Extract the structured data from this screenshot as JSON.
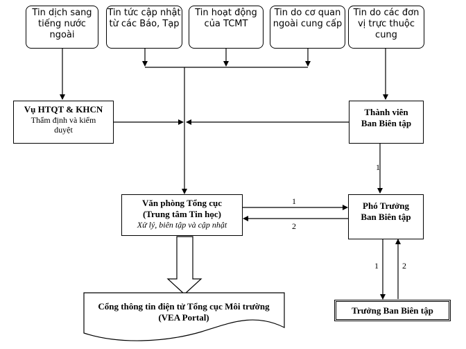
{
  "sources": {
    "translated": "Tin dịch sang tiếng nước ngoài",
    "press": "Tin tức cập nhật từ các Báo, Tạp",
    "vea": "Tin hoạt động của TCMT",
    "external": "Tin do cơ quan ngoài cung cấp",
    "units": "Tin do các đơn vị trực thuộc cung"
  },
  "dept": {
    "title": "Vụ HTQT & KHCN",
    "subtitle": "Thẩm định và kiểm duyệt"
  },
  "member": {
    "line1": "Thành viên",
    "line2": "Ban Biên tập"
  },
  "office": {
    "line1": "Văn phòng Tổng cục",
    "line2": "(Trung tâm Tin học)",
    "line3": "Xử lý, biên tập và cập nhật"
  },
  "deputy": {
    "line1": "Phó Trưởng",
    "line2": "Ban Biên tập"
  },
  "head": {
    "label": "Trưởng Ban Biên tập"
  },
  "portal": {
    "line1": "Cổng thông tin điện tử Tổng cục Môi trường",
    "line2": "(VEA Portal)"
  },
  "edge_labels": {
    "member_to_deputy": "1",
    "office_to_deputy": "1",
    "deputy_to_office": "2",
    "deputy_to_head": "1",
    "head_to_deputy": "2"
  }
}
